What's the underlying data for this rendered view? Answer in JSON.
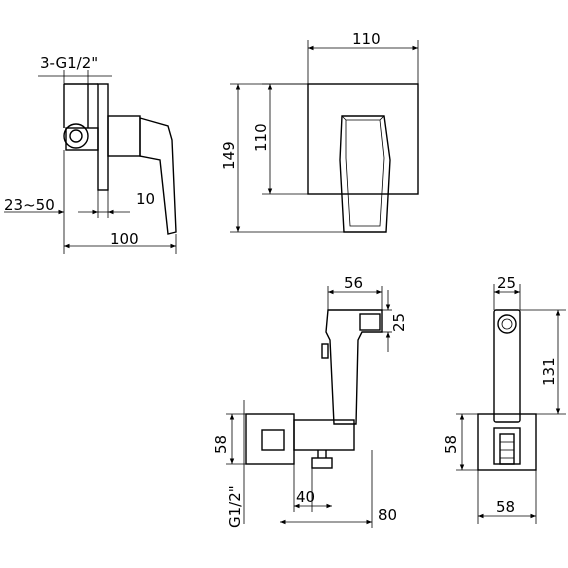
{
  "dimensions": {
    "mixer_side": {
      "thread": "3-G1/2\"",
      "depth_range": "23~50",
      "plate_gap": "10",
      "total_depth": "100"
    },
    "mixer_front": {
      "width": "110",
      "height_inner": "110",
      "height_total": "149"
    },
    "handshower_side": {
      "head_width": "56",
      "head_height": "25",
      "bracket_height": "58",
      "thread": "G1/2\"",
      "outlet_offset": "40",
      "total_depth": "80"
    },
    "handshower_front": {
      "head_width": "25",
      "length": "131",
      "bracket_height": "58",
      "bracket_width": "58"
    }
  }
}
